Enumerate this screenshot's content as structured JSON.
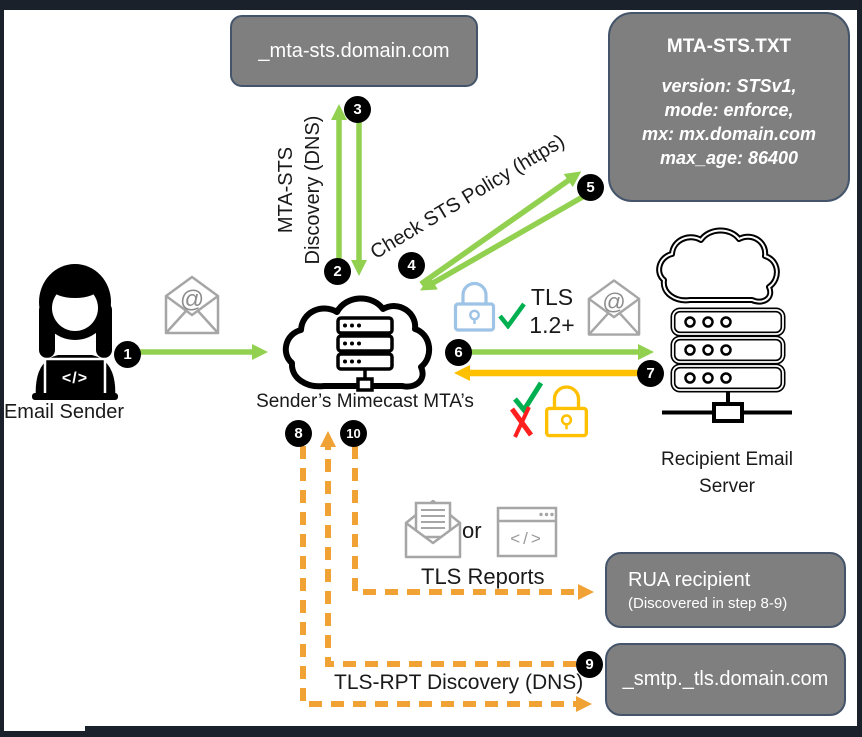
{
  "palette": {
    "frame": "#1b212b",
    "canvas": "#ffffff",
    "box_fill": "#7f7f7f",
    "box_border": "#44546a",
    "arrow_green": "#92d050",
    "arrow_yellow": "#ffc000",
    "arrow_orange": "#f0a235",
    "badge_bg": "#000000",
    "badge_text": "#ffffff",
    "lock_blue": "#9dc3e6",
    "lock_yellow": "#ffc000",
    "check_green": "#00b050",
    "cross_red": "#ff1f1f",
    "icon_gray": "#a6a6a6"
  },
  "boxes": {
    "mta_sts_record": {
      "label": "_mta-sts.domain.com"
    },
    "policy": {
      "title": "MTA-STS.TXT",
      "line1": "version: STSv1,",
      "line2": "mode: enforce,",
      "line3": "mx: mx.domain.com",
      "line4": "max_age: 86400"
    },
    "rua": {
      "title": "RUA recipient",
      "subtitle": "(Discovered  in step 8-9)"
    },
    "tls_rpt_record": {
      "label": "_smtp._tls.domain.com"
    }
  },
  "actors": {
    "sender": {
      "label": "Email Sender"
    },
    "mimecast": {
      "label": "Sender’s Mimecast MTA’s"
    },
    "recipient": {
      "line1": "Recipient Email",
      "line2": "Server"
    }
  },
  "labels": {
    "discovery_line1": "MTA-STS",
    "discovery_line2": "Discovery (DNS)",
    "check_policy": "Check STS Policy (https)",
    "tls_line1": "TLS",
    "tls_line2": "1.2+",
    "or": "or",
    "tls_reports": "TLS Reports",
    "tls_rpt_discovery": "TLS-RPT Discovery (DNS)"
  },
  "steps": [
    "1",
    "2",
    "3",
    "4",
    "5",
    "6",
    "7",
    "8",
    "9",
    "10"
  ],
  "glyphs": {
    "at": "@",
    "code": "</>"
  }
}
